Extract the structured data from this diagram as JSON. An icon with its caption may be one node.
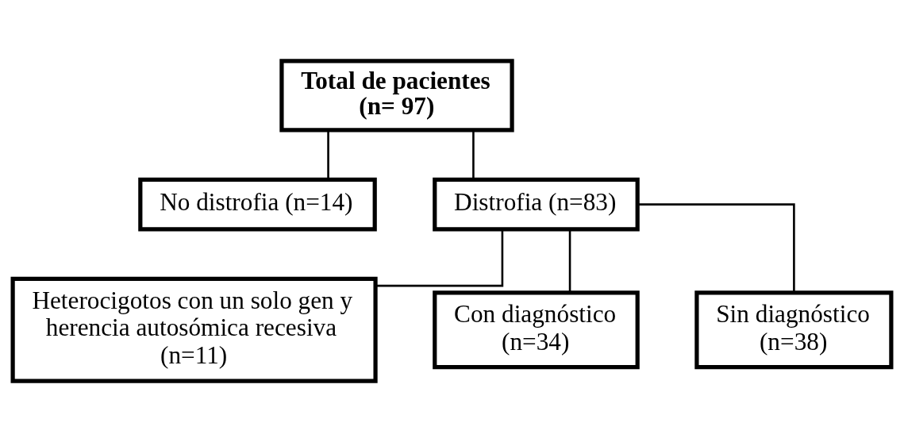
{
  "diagram": {
    "nodes": [
      {
        "text": [
          "Total de pacientes",
          "(n= 97)"
        ]
      },
      {
        "text": [
          "No distrofia (n=14)"
        ]
      },
      {
        "text": [
          "Distrofia (n=83)"
        ]
      },
      {
        "text": [
          "Heterocigotos con un solo gen y herencia autosómica recesiva (n=11)"
        ]
      },
      {
        "text": [
          "Con diagnóstico",
          "(n=34)"
        ]
      },
      {
        "text": [
          "Sin diagnóstico",
          "(n=38)"
        ]
      }
    ],
    "edges": [
      {
        "from": 0,
        "to": 1,
        "arrow": "none"
      },
      {
        "from": 0,
        "to": 2,
        "arrow": "none"
      },
      {
        "from": 2,
        "to": 3,
        "arrow": "none"
      },
      {
        "from": 2,
        "to": 4,
        "arrow": "none"
      },
      {
        "from": 2,
        "to": 5,
        "arrow": "none"
      }
    ]
  }
}
